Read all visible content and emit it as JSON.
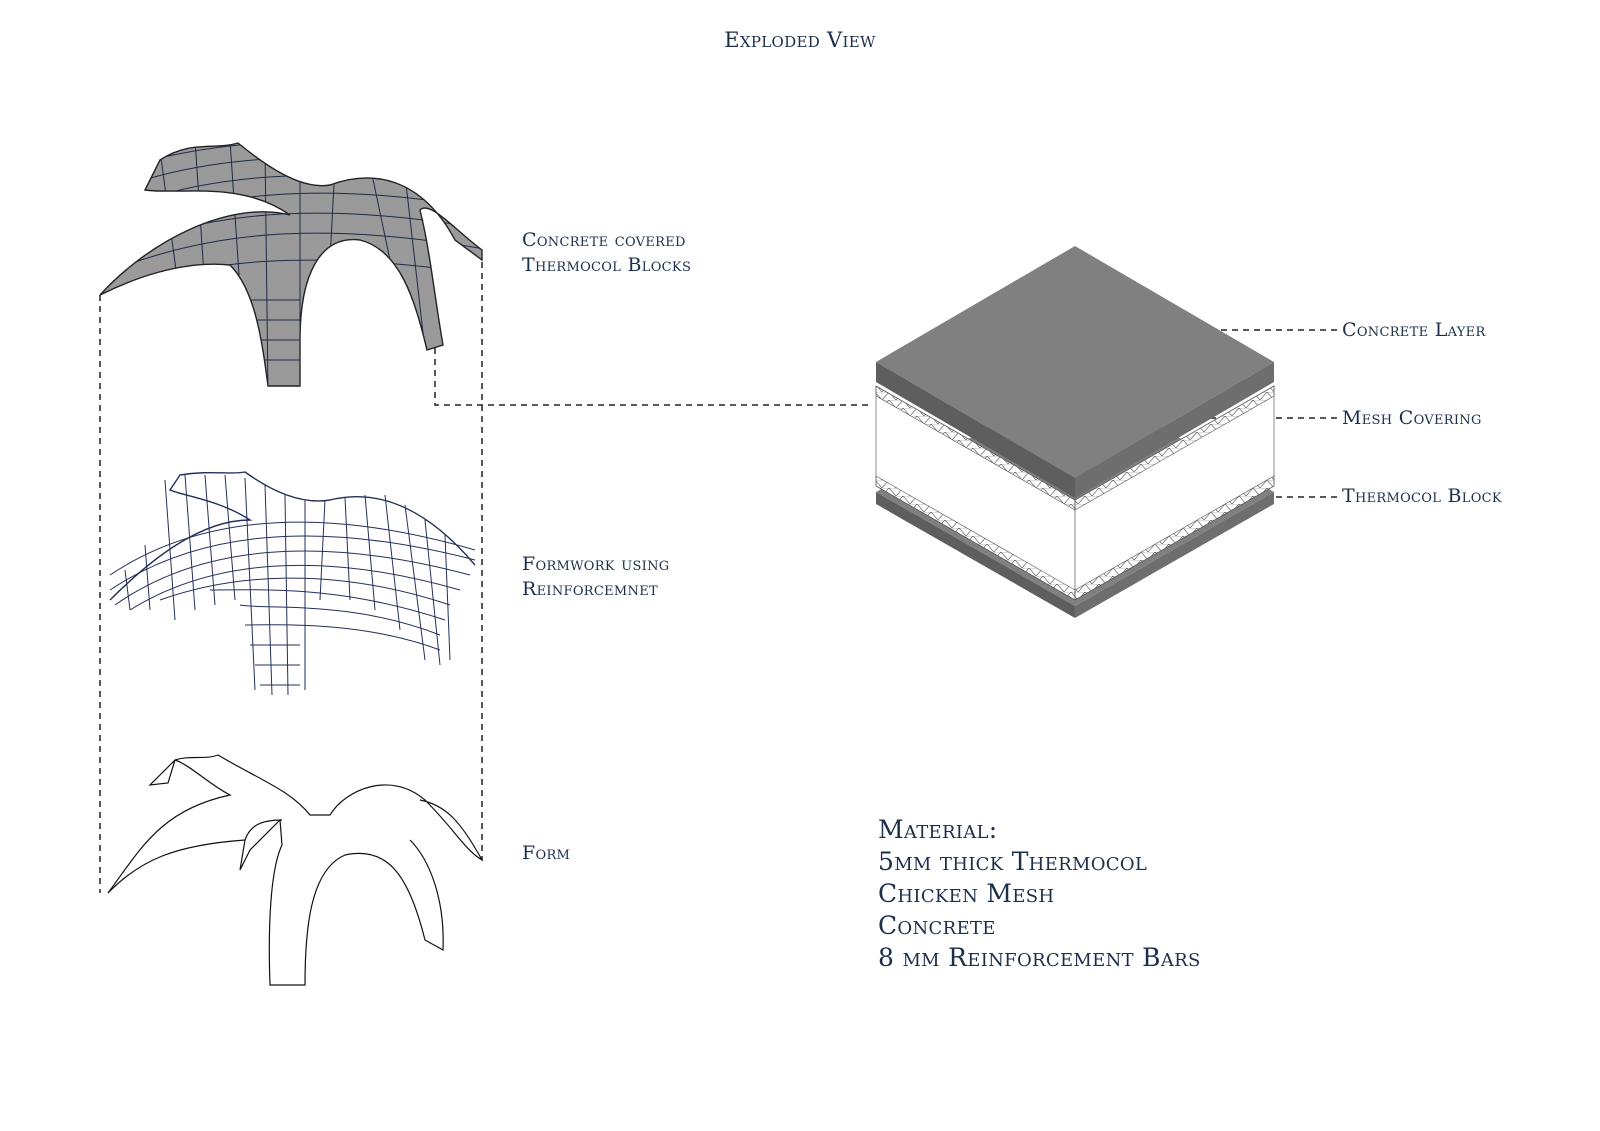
{
  "title": "Exploded View",
  "labels": {
    "shell": [
      "Concrete covered",
      "Thermocol Blocks"
    ],
    "formwork": [
      "Formwork using",
      "Reinforcemnet"
    ],
    "form": "Form"
  },
  "layers": {
    "concrete": "Concrete Layer",
    "mesh": "Mesh Covering",
    "thermocol": "Thermocol Block"
  },
  "materials": {
    "heading": "Material:",
    "items": [
      "5mm thick Thermocol",
      "Chicken Mesh",
      "Concrete",
      "8 mm Reinforcement Bars"
    ]
  },
  "colors": {
    "text": "#1c2f4a",
    "concrete_top": "#808080",
    "concrete_side": "#5e5e5e",
    "shell_fill": "#9a9a9a",
    "mesh_line": "#24305a",
    "outline": "#111111"
  }
}
